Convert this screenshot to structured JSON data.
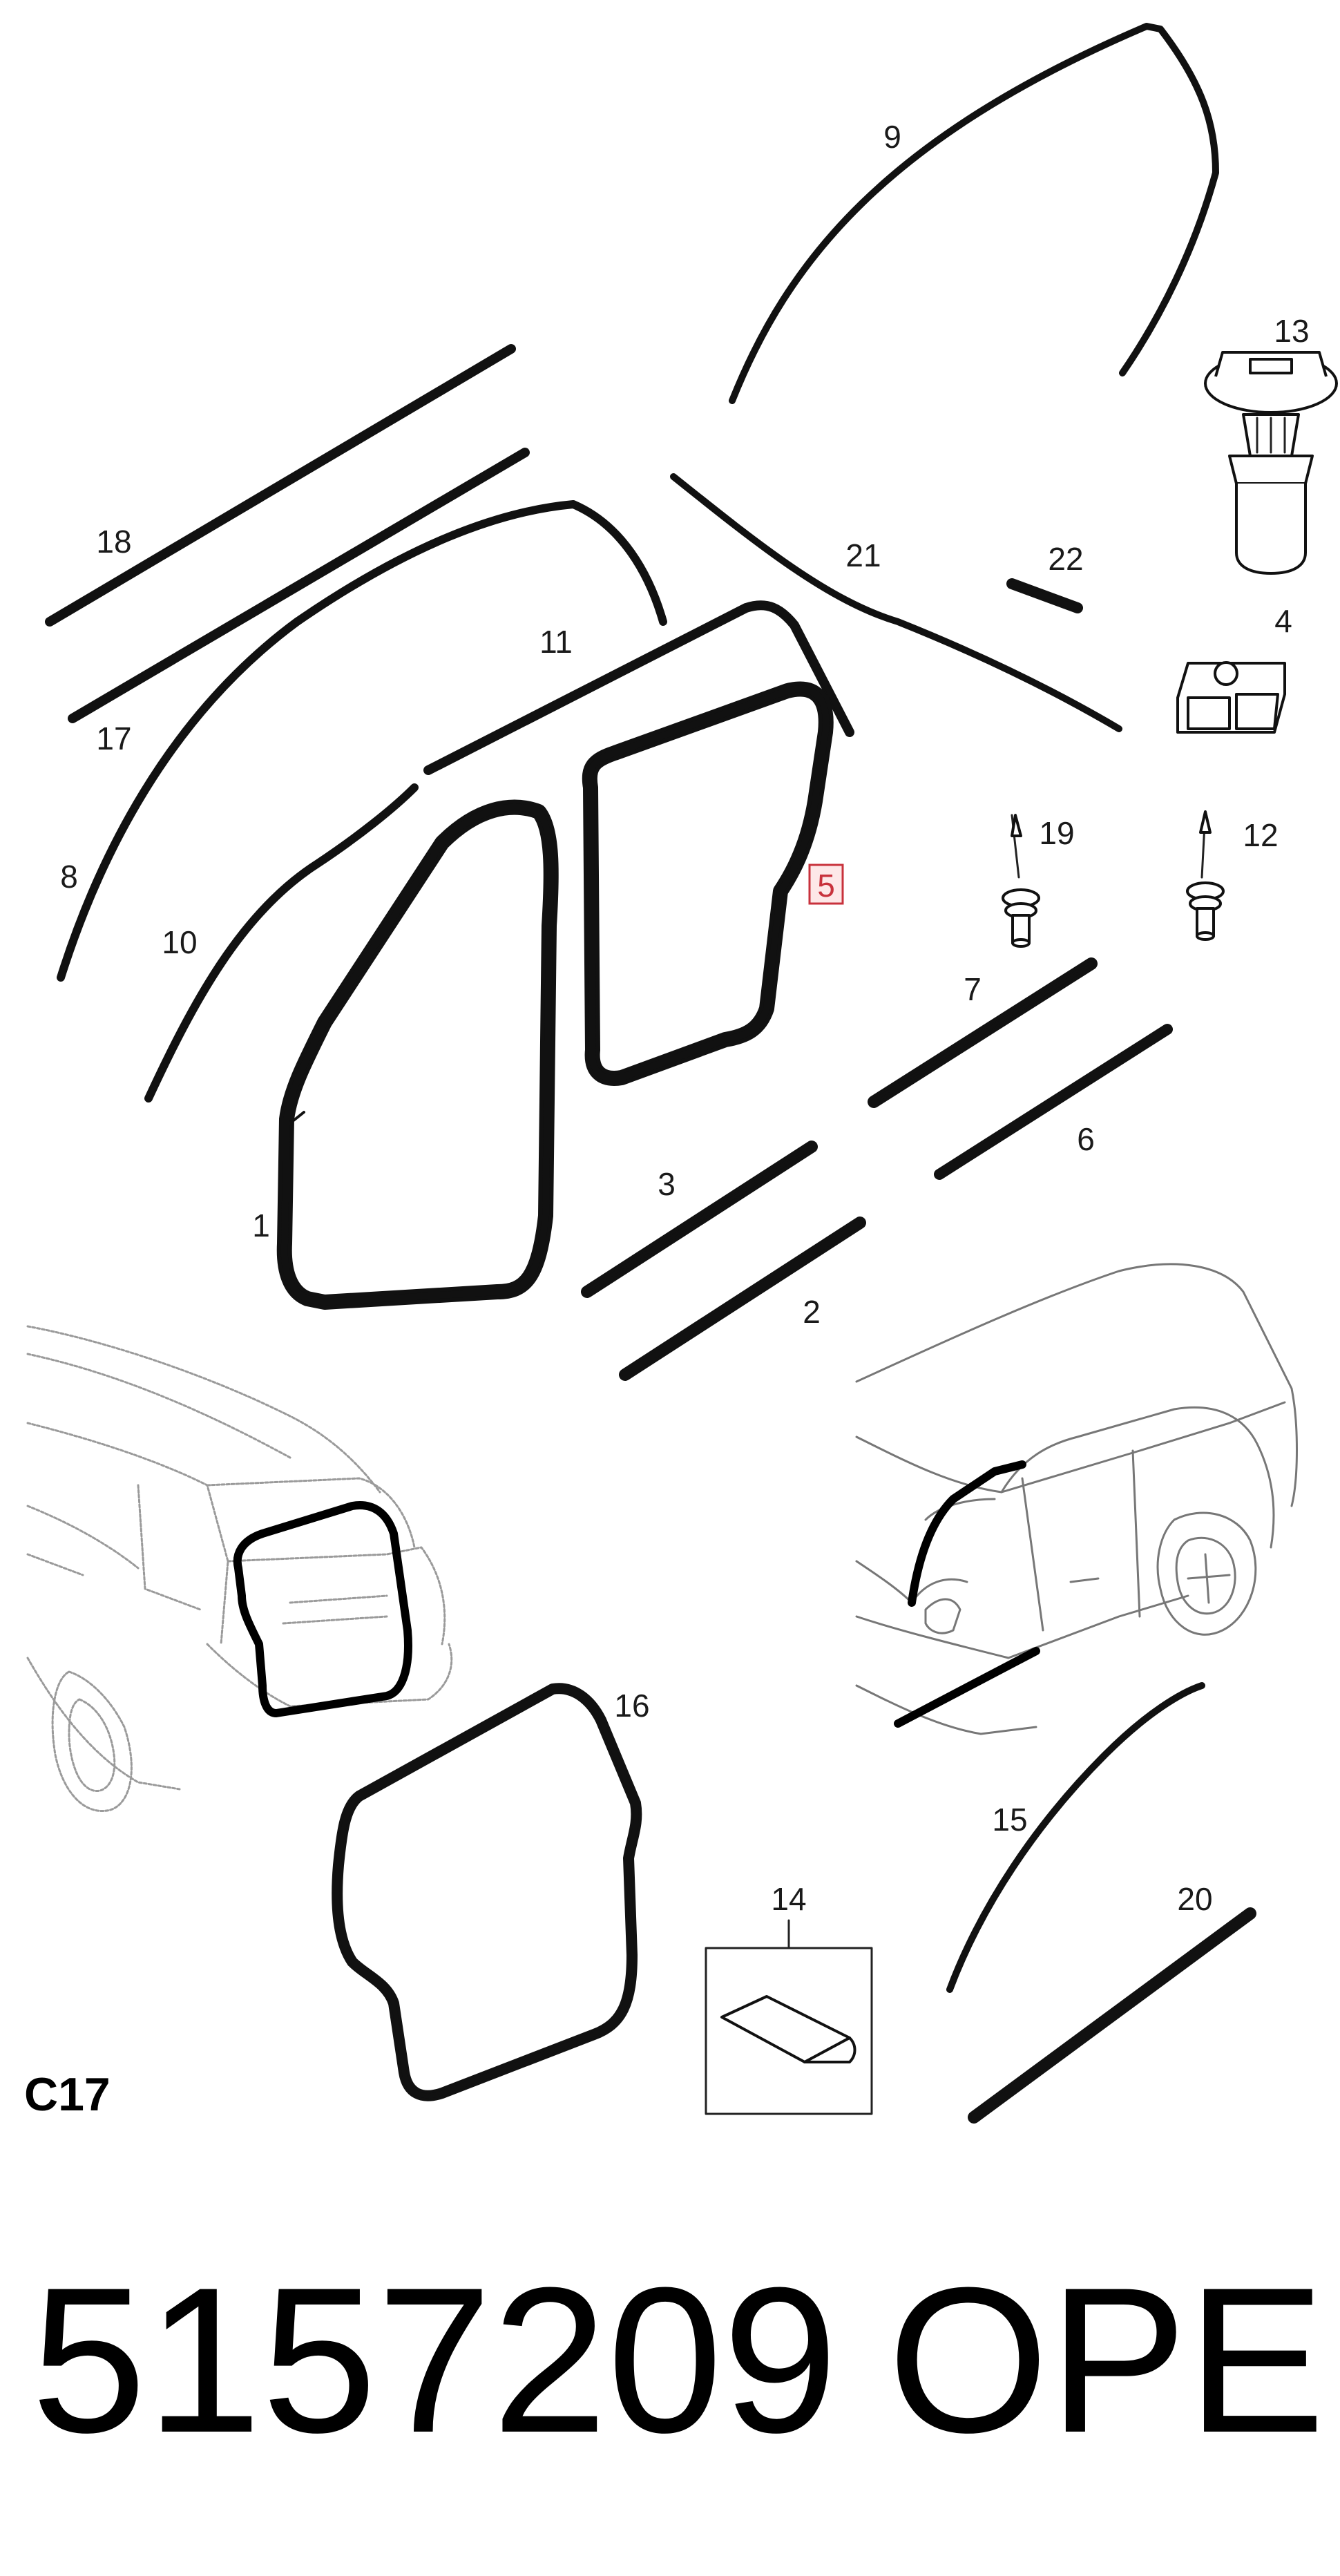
{
  "diagram": {
    "labels": {
      "p1": "1",
      "p2": "2",
      "p3": "3",
      "p4": "4",
      "p5": "5",
      "p6": "6",
      "p7": "7",
      "p8": "8",
      "p9": "9",
      "p10": "10",
      "p11": "11",
      "p12": "12",
      "p13": "13",
      "p14": "14",
      "p15": "15",
      "p16": "16",
      "p17": "17",
      "p18": "18",
      "p19": "19",
      "p20": "20",
      "p21": "21",
      "p22": "22"
    },
    "section_code": "C17",
    "part_number": "5157209",
    "brand": "OPEL",
    "highlight_color": "#c8323c"
  }
}
